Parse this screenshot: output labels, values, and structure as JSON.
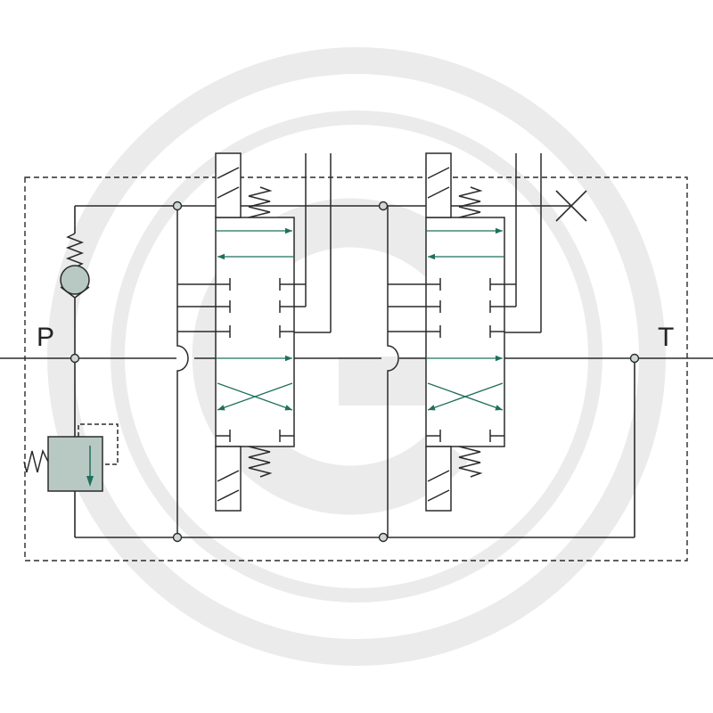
{
  "diagram": {
    "type": "hydraulic-schematic",
    "description_visible": false,
    "ports": {
      "p": "P",
      "t": "T"
    },
    "sections": [
      {
        "id": "section-1"
      },
      {
        "id": "section-2"
      }
    ],
    "colors": {
      "line": "#2b2b2b",
      "flow_arrow": "#1f6f5c",
      "component_fill": "#b8c9c4",
      "watermark": "#e6e6e6",
      "node_fill": "#cfd8d5"
    }
  }
}
